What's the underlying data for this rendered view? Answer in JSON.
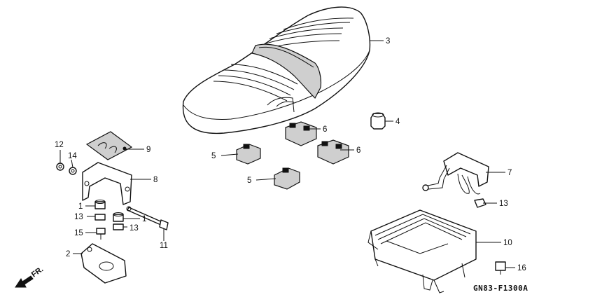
{
  "diagram_code": "GN83-F1300A",
  "direction_label": "FR.",
  "callouts": {
    "c1a": "1",
    "c1b": "1",
    "c2": "2",
    "c3": "3",
    "c4": "4",
    "c5a": "5",
    "c5b": "5",
    "c6a": "6",
    "c6b": "6",
    "c7": "7",
    "c8": "8",
    "c9": "9",
    "c10": "10",
    "c11": "11",
    "c12": "12",
    "c13a": "13",
    "c13b": "13",
    "c13c": "13",
    "c14": "14",
    "c15": "15",
    "c16": "16"
  }
}
